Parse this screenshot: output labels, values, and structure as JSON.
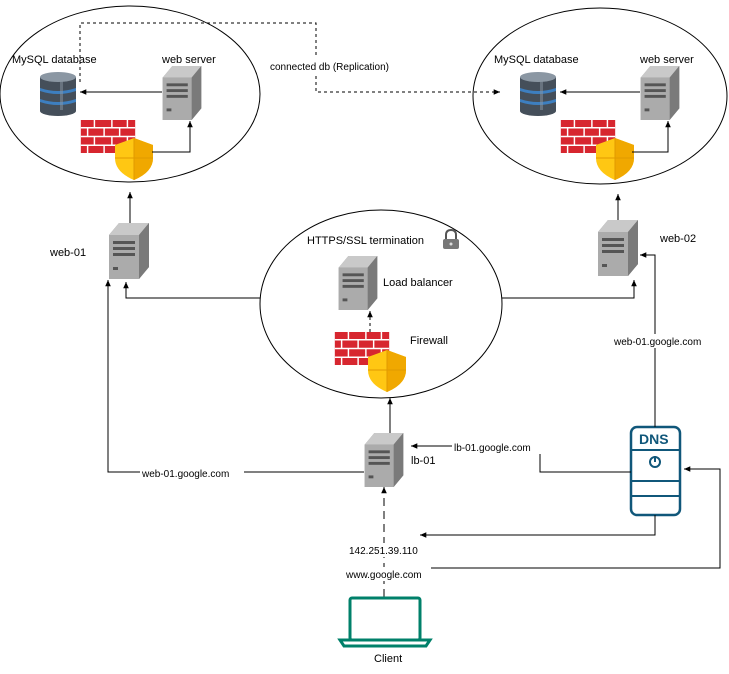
{
  "labels": {
    "mysql_left": "MySQL database",
    "webserver_left": "web server",
    "mysql_right": "MySQL database",
    "webserver_right": "web server",
    "replication": "connected db (Replication)",
    "ssl": "HTTPS/SSL termination",
    "load_balancer": "Load balancer",
    "firewall": "Firewall",
    "web01": "web-01",
    "web02": "web-02",
    "lb01": "lb-01",
    "dns_lb": "lb-01.google.com",
    "dns_web01": "web-01.google.com",
    "dns_web02": "web-01.google.com",
    "ip": "142.251.39.110",
    "domain": "www.google.com",
    "client": "Client",
    "dns_badge": "DNS"
  },
  "colors": {
    "server_body": "#a9a9a9",
    "firewall_red": "#d7262f",
    "shield_yellow": "#ffc713",
    "db_dark": "#454f5a",
    "db_accent": "#3d7fc0",
    "dns_blue": "#10577a",
    "client_green": "#00806a"
  },
  "icons": [
    "server-icon",
    "database-icon",
    "firewall-icon",
    "shield-icon",
    "lock-icon",
    "dns-server-icon",
    "laptop-icon"
  ]
}
